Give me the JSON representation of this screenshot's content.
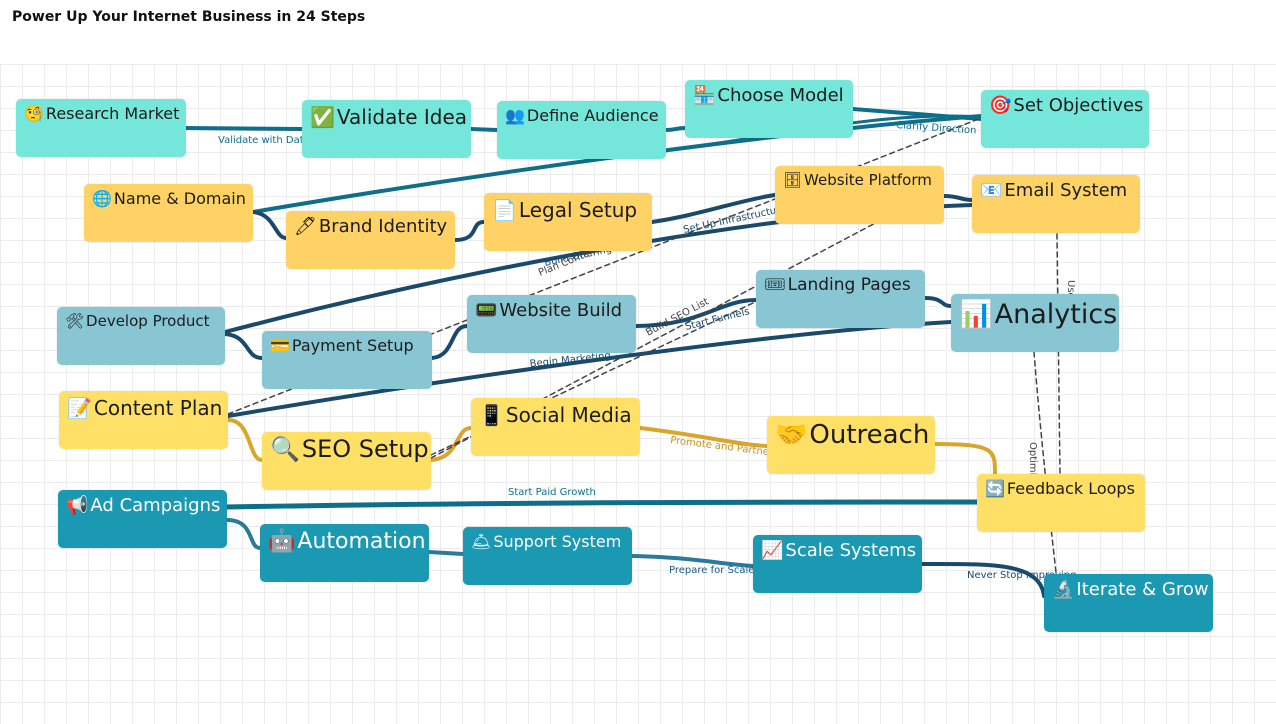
{
  "title": "Power Up Your Internet Business in 24 Steps",
  "nodes": {
    "research_market": {
      "icon": "🧐",
      "label": "Research Market"
    },
    "validate_idea": {
      "icon": "✅",
      "label": "Validate Idea"
    },
    "define_audience": {
      "icon": "👥",
      "label": "Define Audience"
    },
    "choose_model": {
      "icon": "🏪",
      "label": "Choose Model"
    },
    "set_objectives": {
      "icon": "🎯",
      "label": "Set Objectives"
    },
    "name_domain": {
      "icon": "🌐",
      "label": "Name & Domain"
    },
    "brand_identity": {
      "icon": "🖊",
      "label": "Brand Identity"
    },
    "legal_setup": {
      "icon": "📄",
      "label": "Legal Setup"
    },
    "website_platform": {
      "icon": "🗄",
      "label": "Website Platform"
    },
    "email_system": {
      "icon": "📧",
      "label": "Email System"
    },
    "develop_product": {
      "icon": "🛠",
      "label": "Develop Product"
    },
    "payment_setup": {
      "icon": "💳",
      "label": "Payment Setup"
    },
    "website_build": {
      "icon": "📟",
      "label": "Website Build"
    },
    "landing_pages": {
      "icon": "🎟",
      "label": "Landing Pages"
    },
    "analytics": {
      "icon": "📊",
      "label": "Analytics"
    },
    "content_plan": {
      "icon": "📝",
      "label": "Content Plan"
    },
    "seo_setup": {
      "icon": "🔍",
      "label": "SEO Setup"
    },
    "social_media": {
      "icon": "📱",
      "label": "Social Media"
    },
    "outreach": {
      "icon": "🤝",
      "label": "Outreach"
    },
    "feedback_loops": {
      "icon": "🔄",
      "label": "Feedback Loops"
    },
    "ad_campaigns": {
      "icon": "📢",
      "label": "Ad Campaigns"
    },
    "automation": {
      "icon": "🤖",
      "label": "Automation"
    },
    "support_system": {
      "icon": "🛎",
      "label": "Support System"
    },
    "scale_systems": {
      "icon": "📈",
      "label": "Scale Systems"
    },
    "iterate_grow": {
      "icon": "🔬",
      "label": "Iterate & Grow"
    }
  },
  "edge_labels": {
    "validate_with_data": "Validate with Data",
    "clarify_direction": "Clarify Direction",
    "set_up_infrastructure": "Set Up Infrastructure",
    "build_offering": "Build Offering",
    "plan_content": "Plan Content",
    "build_seo_list": "Build SEO List",
    "start_funnels": "Start Funnels",
    "begin_marketing": "Begin Marketing",
    "promote_and_partner": "Promote and Partner",
    "start_paid_growth": "Start Paid Growth",
    "prepare_for_scale": "Prepare for Scale",
    "never_stop_improving": "Never Stop Improving",
    "use_for_email": "Use for Email",
    "optimize": "Optimize"
  },
  "colors": {
    "teal": "#74e6da",
    "orange": "#ffd266",
    "blue": "#88c6d3",
    "yellow": "#ffe066",
    "dark_teal": "#1b98b2",
    "edge_teal": "#0f6f8a",
    "edge_navy": "#1a4a6b",
    "edge_gold": "#d9a52a",
    "edge_dashed": "#444444"
  }
}
